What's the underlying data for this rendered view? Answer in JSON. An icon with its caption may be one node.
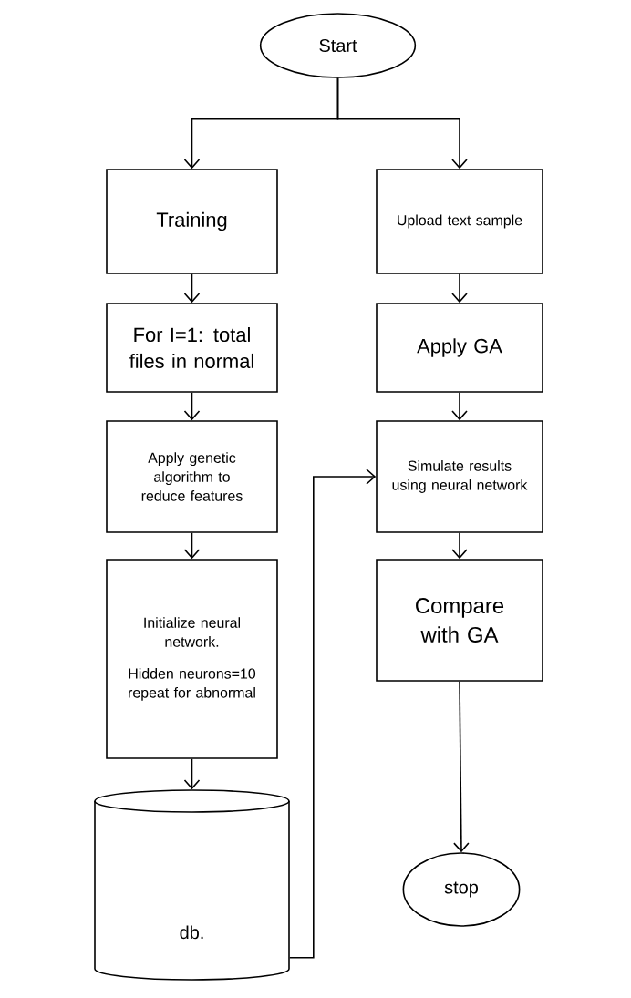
{
  "diagram": {
    "nodes": [
      {
        "text": [
          "Start"
        ]
      },
      {
        "text": [
          "Training"
        ]
      },
      {
        "text": [
          "For I=1: total files in normal"
        ]
      },
      {
        "text": [
          "Apply genetic algorithm to reduce features"
        ]
      },
      {
        "text": [
          "Initialize neural network.",
          "Hidden neurons=10 repeat for abnormal"
        ]
      },
      {
        "text": [
          "db."
        ]
      },
      {
        "text": [
          "Upload text sample"
        ]
      },
      {
        "text": [
          "Apply GA"
        ]
      },
      {
        "text": [
          "Simulate results using neural network"
        ]
      },
      {
        "text": [
          "Compare with GA"
        ]
      },
      {
        "text": [
          "stop"
        ]
      }
    ],
    "edges": [
      {
        "from": 0,
        "to": 1,
        "arrow": "to"
      },
      {
        "from": 0,
        "to": 6,
        "arrow": "to"
      },
      {
        "from": 1,
        "to": 2,
        "arrow": "to"
      },
      {
        "from": 2,
        "to": 3,
        "arrow": "to"
      },
      {
        "from": 3,
        "to": 4,
        "arrow": "to"
      },
      {
        "from": 4,
        "to": 5,
        "arrow": "to"
      },
      {
        "from": 6,
        "to": 7,
        "arrow": "to"
      },
      {
        "from": 7,
        "to": 8,
        "arrow": "to"
      },
      {
        "from": 8,
        "to": 9,
        "arrow": "to"
      },
      {
        "from": 9,
        "to": 10,
        "arrow": "to"
      },
      {
        "from": 5,
        "to": 8,
        "arrow": "to"
      }
    ]
  }
}
